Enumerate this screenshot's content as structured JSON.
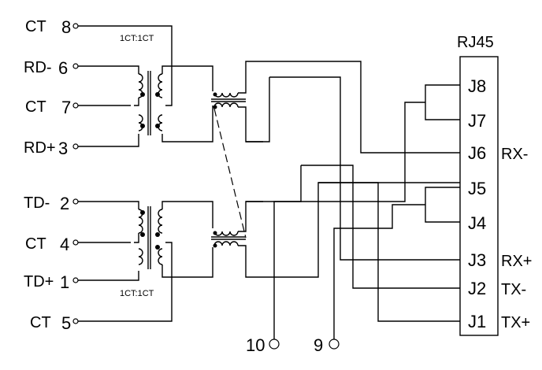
{
  "connector": {
    "title": "RJ45",
    "pins": [
      "J8",
      "J7",
      "J6",
      "J5",
      "J4",
      "J3",
      "J2",
      "J1"
    ],
    "signals": {
      "j6": "RX-",
      "j3": "RX+",
      "j2": "TX-",
      "j1": "TX+"
    }
  },
  "left_terminals": [
    {
      "name": "CT",
      "pin": "8"
    },
    {
      "name": "RD-",
      "pin": "6"
    },
    {
      "name": "CT",
      "pin": "7"
    },
    {
      "name": "RD+",
      "pin": "3"
    },
    {
      "name": "TD-",
      "pin": "2"
    },
    {
      "name": "CT",
      "pin": "4"
    },
    {
      "name": "TD+",
      "pin": "1"
    },
    {
      "name": "CT",
      "pin": "5"
    }
  ],
  "ratios": {
    "upper": "1CT:1CT",
    "lower": "1CT:1CT"
  },
  "bottom_terminals": {
    "t10": "10",
    "t9": "9"
  }
}
